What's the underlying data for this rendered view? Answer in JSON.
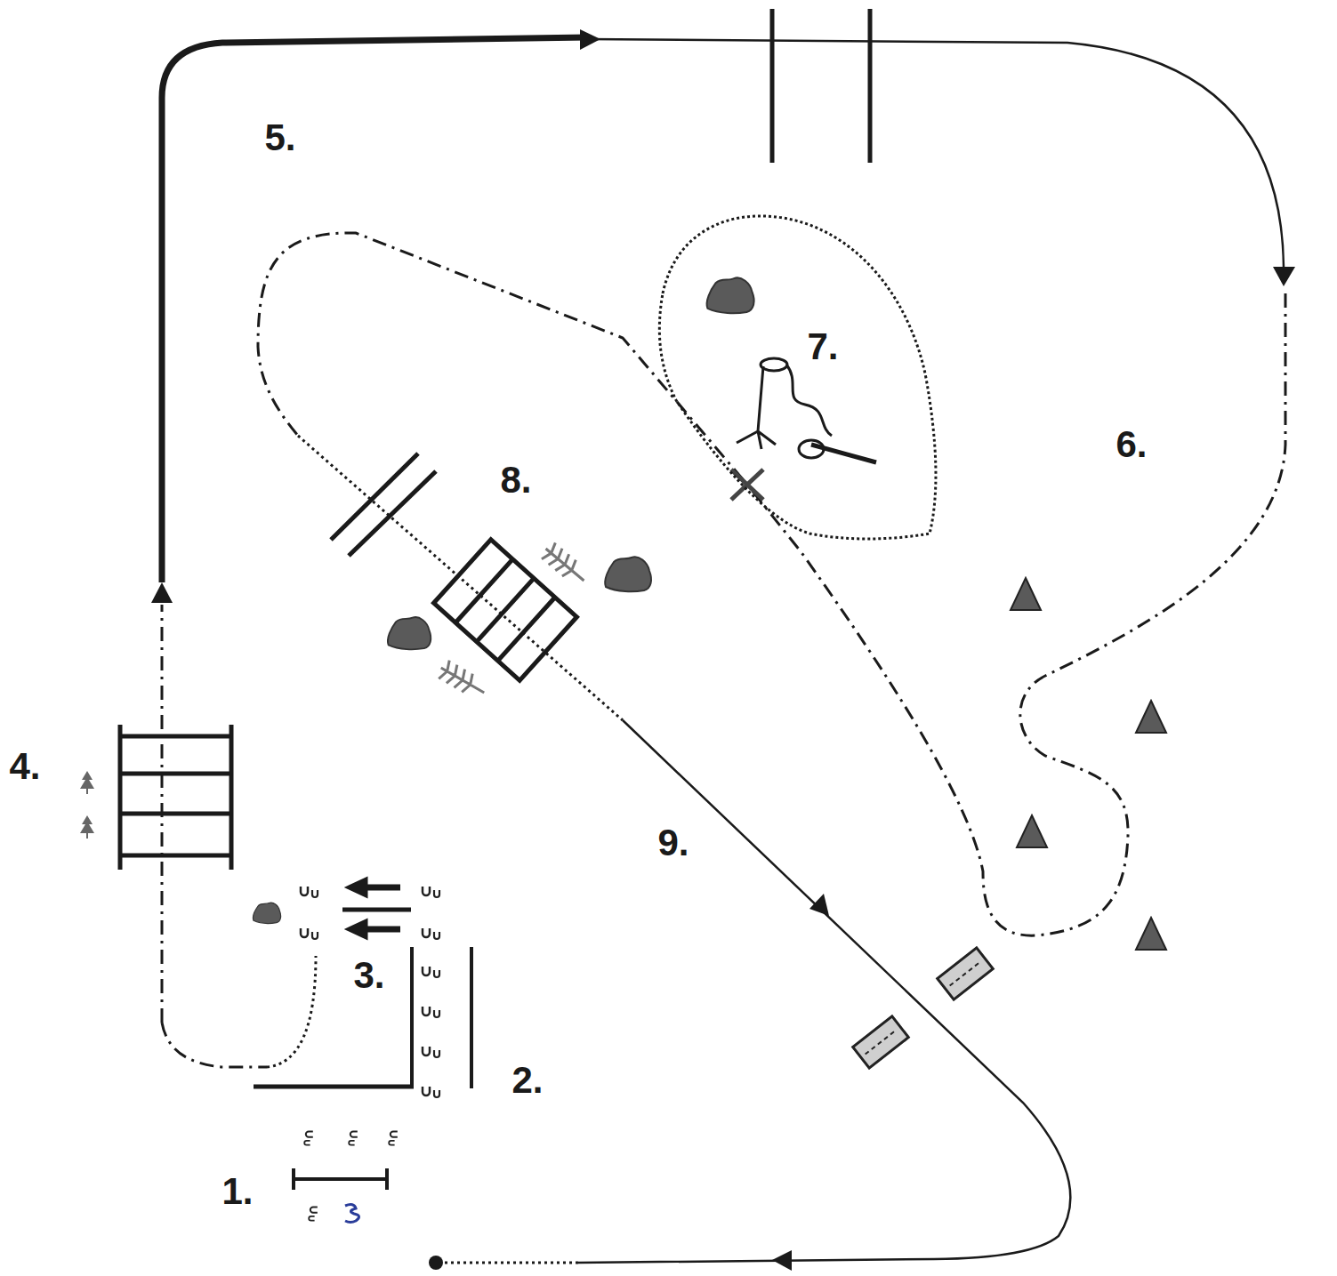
{
  "diagram": {
    "labels": [
      "5.",
      "7.",
      "6.",
      "8.",
      "4.",
      "9.",
      "3.",
      "2.",
      "1."
    ]
  }
}
